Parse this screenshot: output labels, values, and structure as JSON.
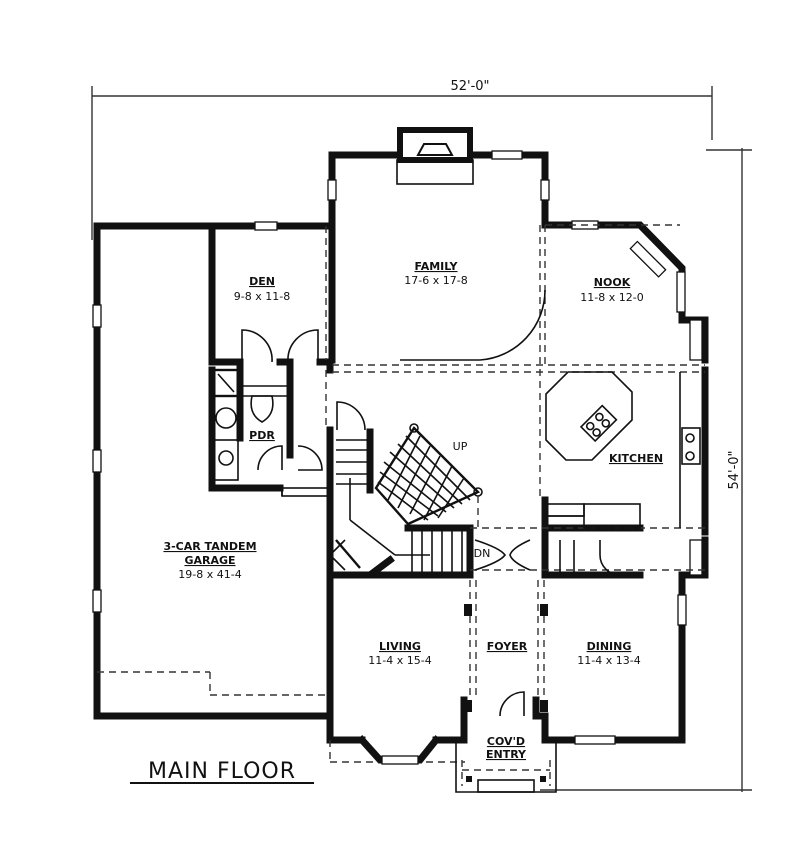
{
  "plan": {
    "title": "MAIN FLOOR",
    "overall_width": "52'-0\"",
    "overall_depth": "54'-0\""
  },
  "rooms": {
    "family": {
      "name": "FAMILY",
      "size": "17-6 x 17-8"
    },
    "den": {
      "name": "DEN",
      "size": "9-8 x 11-8"
    },
    "nook": {
      "name": "NOOK",
      "size": "11-8 x 12-0"
    },
    "kitchen": {
      "name": "KITCHEN"
    },
    "pdr": {
      "name": "PDR"
    },
    "garage": {
      "name_line1": "3-CAR TANDEM",
      "name_line2": "GARAGE",
      "size": "19-8 x 41-4"
    },
    "living": {
      "name": "LIVING",
      "size": "11-4 x 15-4"
    },
    "foyer": {
      "name": "FOYER"
    },
    "dining": {
      "name": "DINING",
      "size": "11-4 x 13-4"
    },
    "entry": {
      "name_line1": "COV'D",
      "name_line2": "ENTRY"
    }
  },
  "stairs": {
    "up_label": "UP",
    "down_label": "DN"
  }
}
